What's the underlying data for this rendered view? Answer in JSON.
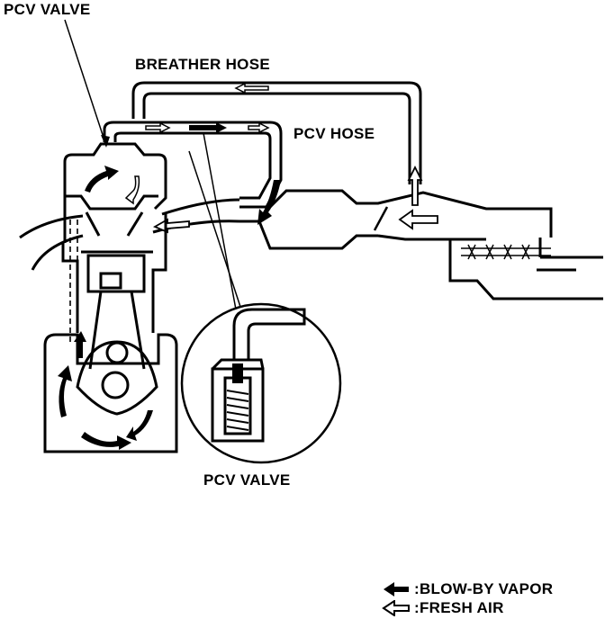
{
  "labels": {
    "pcv_valve_top": "PCV VALVE",
    "breather_hose": "BREATHER HOSE",
    "pcv_hose": "PCV HOSE",
    "pcv_valve_detail": "PCV VALVE"
  },
  "legend": {
    "blow_by": ":BLOW-BY VAPOR",
    "fresh_air": ":FRESH AIR"
  },
  "icons": {
    "blow_by": "solid-arrow-left-icon",
    "fresh_air": "outline-arrow-left-icon"
  },
  "colors": {
    "ink": "#000000",
    "paper": "#ffffff"
  }
}
